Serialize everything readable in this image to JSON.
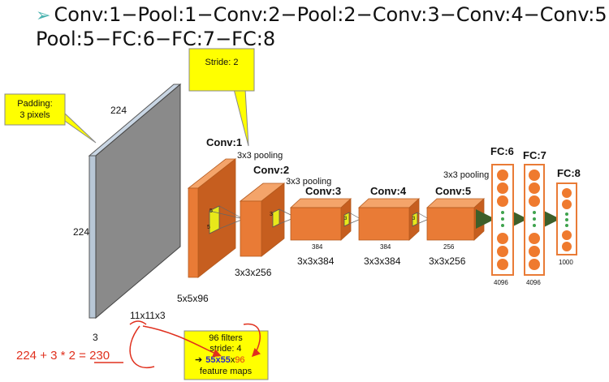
{
  "title": {
    "bullet": "➢",
    "line1": "Conv:1−Pool:1−Conv:2−Pool:2−Conv:3−Conv:4−Conv:5−",
    "line2": "Pool:5−FC:6−FC:7−FC:8"
  },
  "callouts": {
    "stride": "Stride: 2",
    "padding_line1": "Padding:",
    "padding_line2": "3 pixels",
    "filters_line1": "96 filters",
    "filters_line2": "stride: 4",
    "filters_line3_arrow": "➔",
    "filters_line3_a": "55x55",
    "filters_line3_b": "x",
    "filters_line3_c": "96",
    "filters_line4": "feature maps"
  },
  "input": {
    "width_label": "224",
    "height_label": "224",
    "depth_label": "3",
    "kernel_label": "11x11x3"
  },
  "formula": "224 + 3 * 2 = 230",
  "layers": {
    "conv1": {
      "name": "Conv:1",
      "pool": "3x3 pooling",
      "dims": "5x5x96",
      "k": "5"
    },
    "conv2": {
      "name": "Conv:2",
      "pool": "3x3 pooling",
      "dims": "3x3x256",
      "k": "3"
    },
    "conv3": {
      "name": "Conv:3",
      "size": "384",
      "dims": "3x3x384",
      "k": "3"
    },
    "conv4": {
      "name": "Conv:4",
      "size": "384",
      "dims": "3x3x384",
      "k": "3"
    },
    "conv5": {
      "name": "Conv:5",
      "pool": "3x3 pooling",
      "size": "256",
      "dims": "3x3x256",
      "k": "3"
    },
    "fc6": {
      "name": "FC:6",
      "size": "4096"
    },
    "fc7": {
      "name": "FC:7",
      "size": "4096"
    },
    "fc8": {
      "name": "FC:8",
      "size": "1000"
    }
  },
  "colors": {
    "callout_fill": "#ffff00",
    "orange_front": "#e97b36",
    "orange_top": "#f4a46a",
    "orange_side": "#c65e1f",
    "input_gray": "#8a8a8a",
    "input_edge": "#b8c7d6",
    "neuron": "#ef7a2e",
    "dots": "#3fa34d",
    "arrow": "#3d5f2a",
    "annot_red": "#e0301e",
    "annot_blue": "#2a2ac8"
  }
}
